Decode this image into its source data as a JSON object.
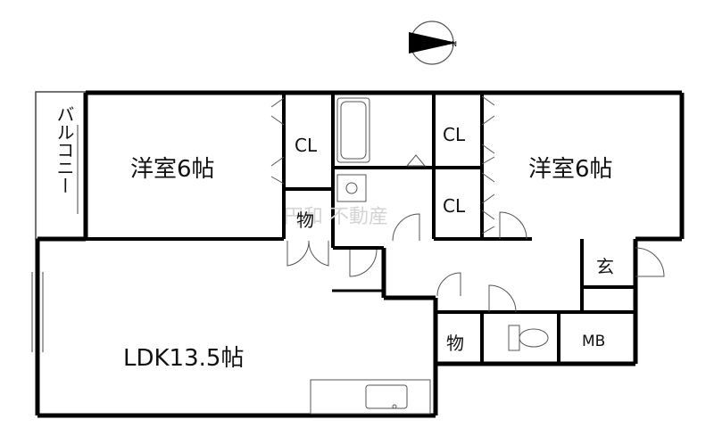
{
  "compass": {
    "label": "N"
  },
  "rooms": {
    "balcony": "バルコニー",
    "western_room_left": "洋室6帖",
    "western_room_right": "洋室6帖",
    "ldk": "LDK13.5帖",
    "closet_left": "CL",
    "closet_right_upper": "CL",
    "closet_right_lower": "CL",
    "storage_upper": "物",
    "storage_lower": "物",
    "entrance": "玄",
    "meter_box": "MB"
  },
  "watermark": "円和 不動産"
}
